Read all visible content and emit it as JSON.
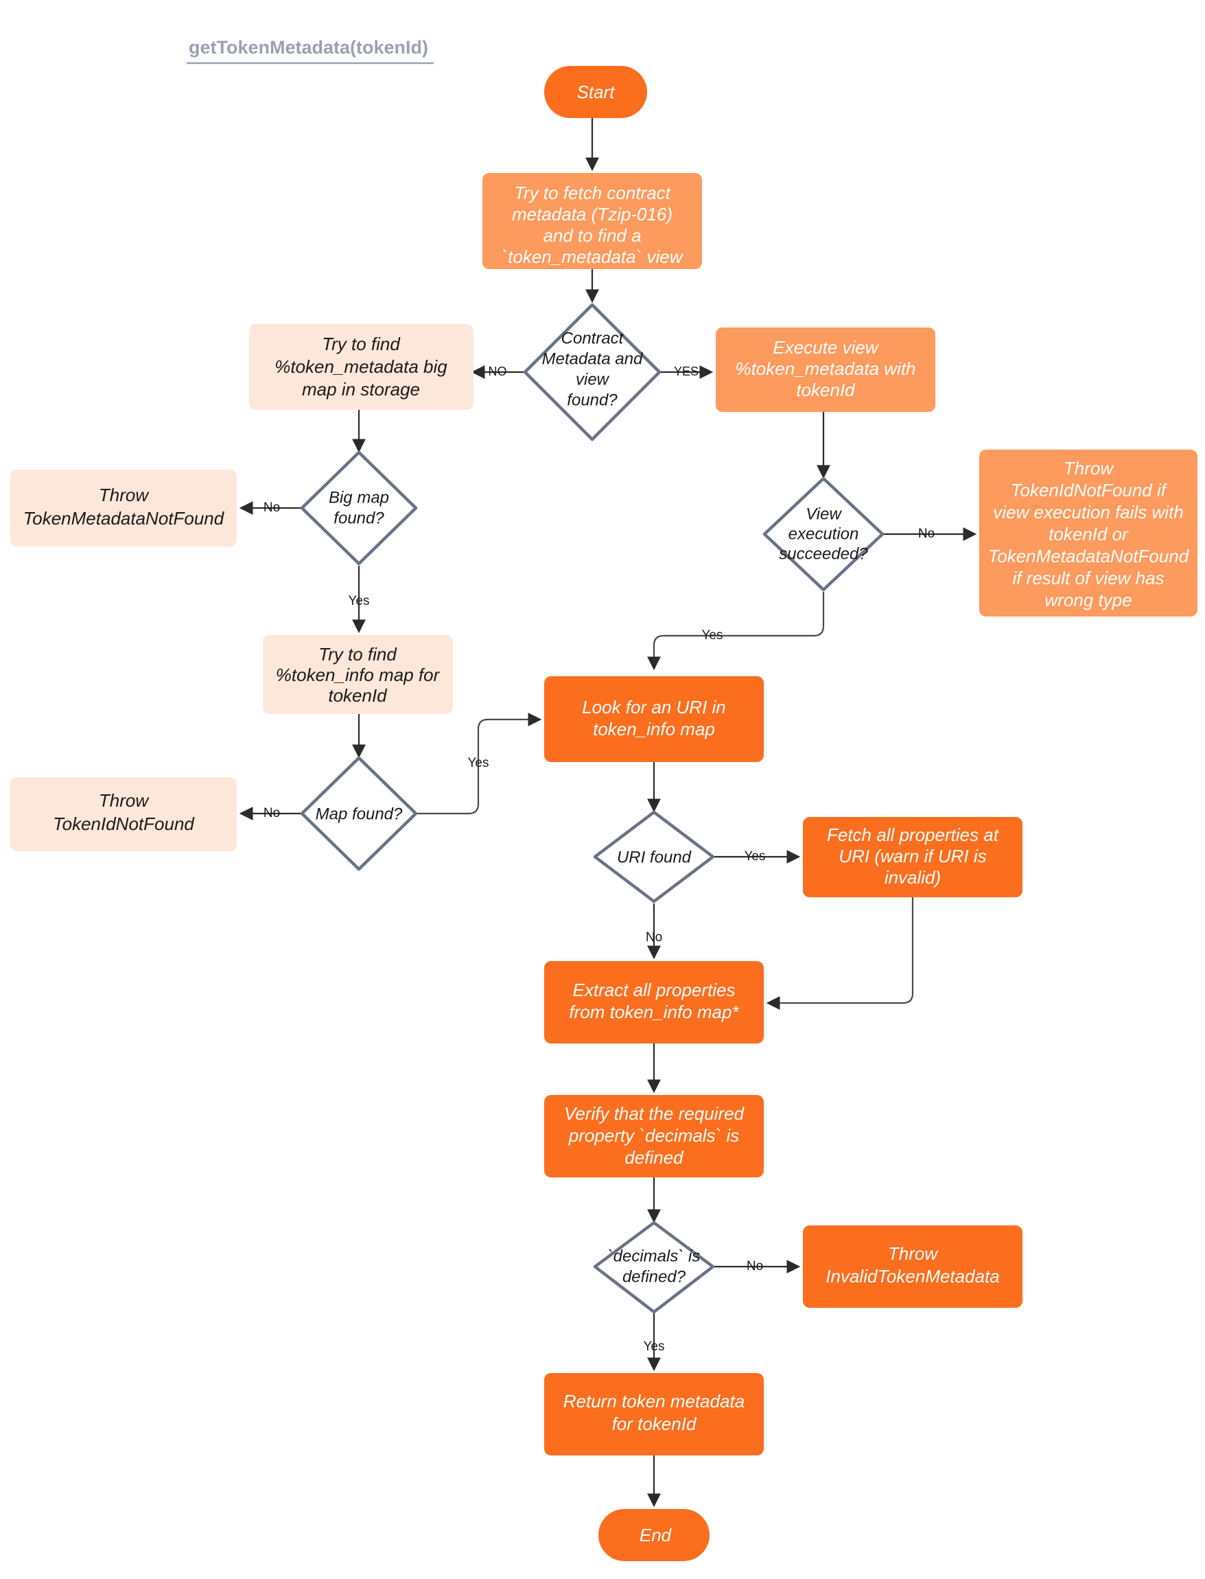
{
  "diagram": {
    "title": "getTokenMetadata(tokenId)",
    "type": "flowchart",
    "colors": {
      "terminator": "#fa6e1e",
      "process_primary": "#fd9a5d",
      "process_secondary": "#fce7da",
      "decision_border": "#697386",
      "decision_fill": "#ffffff",
      "edge": "#2b2b2b",
      "title": "#9aa1b0",
      "background": "#ffffff"
    },
    "nodes": {
      "start": "Start",
      "fetch_contract_metadata": "Try to fetch contract metadata (Tzip-016) and to find a `token_metadata` view",
      "decision_contract_metadata": "Contract Metadata and view found?",
      "find_big_map": "Try to find %token_metadata big map in storage",
      "execute_view": "Execute view %token_metadata with tokenId",
      "decision_big_map": "Big map found?",
      "throw_token_metadata_not_found": "Throw TokenMetadataNotFound",
      "decision_view_execution": "View execution succeeded?",
      "throw_view_failure": "Throw TokenIdNotFound if view execution fails with tokenId or TokenMetadataNotFound if result of view has wrong type",
      "find_token_info": "Try to find %token_info map for tokenId",
      "decision_map_found": "Map found?",
      "throw_token_id_not_found": "Throw TokenIdNotFound",
      "look_for_uri": "Look for an URI in token_info map",
      "decision_uri_found": "URI found",
      "fetch_properties_at_uri": "Fetch all properties at URI (warn if URI is invalid)",
      "extract_properties": "Extract all properties from token_info map*",
      "verify_decimals": "Verify that the required property `decimals` is defined",
      "decision_decimals": "`decimals` is defined?",
      "throw_invalid_token_metadata": "Throw InvalidTokenMetadata",
      "return_metadata": "Return token metadata for tokenId",
      "end": "End"
    },
    "node_lines": {
      "fetch_contract_metadata": [
        "Try to fetch contract",
        "metadata (Tzip-016)",
        "and to find a",
        "`token_metadata` view"
      ],
      "decision_contract_metadata": [
        "Contract",
        "Metadata and",
        "view",
        "found?"
      ],
      "find_big_map": [
        "Try to find",
        "%token_metadata big",
        "map in storage"
      ],
      "execute_view": [
        "Execute view",
        "%token_metadata with",
        "tokenId"
      ],
      "decision_big_map": [
        "Big map",
        "found?"
      ],
      "throw_token_metadata_not_found": [
        "Throw",
        "TokenMetadataNotFound"
      ],
      "decision_view_execution": [
        "View",
        "execution",
        "succeeded?"
      ],
      "throw_view_failure": [
        "Throw",
        "TokenIdNotFound if",
        "view execution fails with",
        "tokenId or",
        "TokenMetadataNotFound",
        "if result of view has",
        "wrong type"
      ],
      "find_token_info": [
        "Try to find",
        "%token_info map for",
        "tokenId"
      ],
      "decision_map_found": [
        "Map found?"
      ],
      "throw_token_id_not_found": [
        "Throw",
        "TokenIdNotFound"
      ],
      "look_for_uri": [
        "Look for an URI in",
        "token_info map"
      ],
      "decision_uri_found": [
        "URI found"
      ],
      "fetch_properties_at_uri": [
        "Fetch all properties at",
        "URI (warn if URI is",
        "invalid)"
      ],
      "extract_properties": [
        "Extract all properties",
        "from token_info map*"
      ],
      "verify_decimals": [
        "Verify that the required",
        "property `decimals` is",
        "defined"
      ],
      "decision_decimals": [
        "`decimals` is",
        "defined?"
      ],
      "throw_invalid_token_metadata": [
        "Throw",
        "InvalidTokenMetadata"
      ],
      "return_metadata": [
        "Return token metadata",
        "for tokenId"
      ]
    },
    "edge_labels": {
      "contract_no": "NO",
      "contract_yes": "YES",
      "big_map_no": "No",
      "big_map_yes": "Yes",
      "view_no": "No",
      "view_yes": "Yes",
      "map_no": "No",
      "map_yes": "Yes",
      "uri_yes": "Yes",
      "uri_no": "No",
      "decimals_no": "No",
      "decimals_yes": "Yes"
    }
  }
}
